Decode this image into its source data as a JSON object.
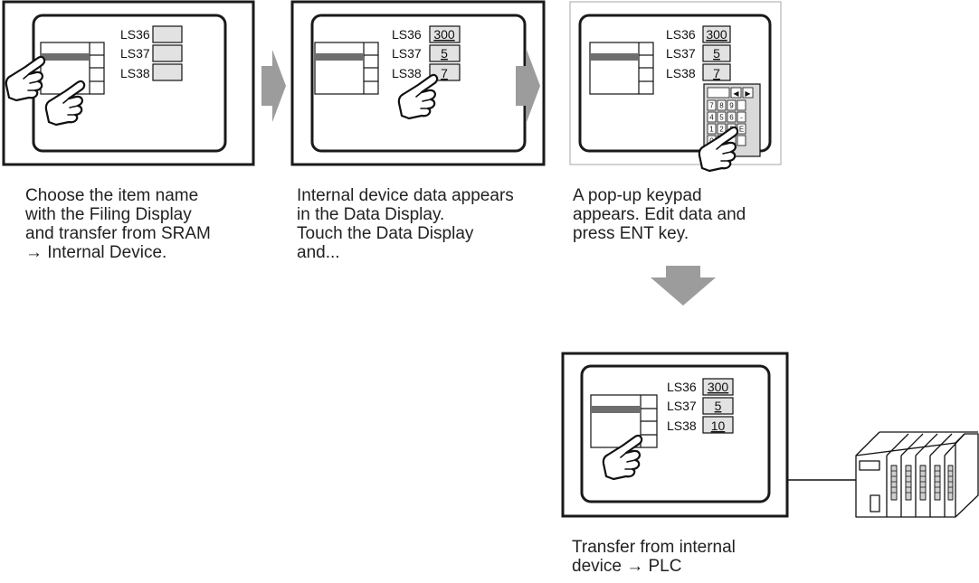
{
  "colors": {
    "bezel": "#1a1a1a",
    "field_fill": "#e2e2e2",
    "highlight_bar": "#6e6e6e",
    "arrow": "#9c9c9c",
    "text": "#222222"
  },
  "screens": [
    {
      "labels": [
        "LS36",
        "LS37",
        "LS38"
      ],
      "values": [
        "",
        "",
        ""
      ]
    },
    {
      "labels": [
        "LS36",
        "LS37",
        "LS38"
      ],
      "values": [
        "300",
        "5",
        "7"
      ]
    },
    {
      "labels": [
        "LS36",
        "LS37",
        "LS38"
      ],
      "values": [
        "300",
        "5",
        "7"
      ]
    },
    {
      "labels": [
        "LS36",
        "LS37",
        "LS38"
      ],
      "values": [
        "300",
        "5",
        "10"
      ]
    }
  ],
  "keypad": {
    "nav_keys": [
      "◀",
      "▶"
    ],
    "rows": [
      [
        "7",
        "8",
        "9"
      ],
      [
        "4",
        "5",
        "6"
      ],
      [
        "1",
        "2",
        "3"
      ],
      [
        "0",
        ".",
        ""
      ]
    ],
    "side_keys": [
      "",
      "-",
      "E",
      ""
    ]
  },
  "captions": [
    {
      "lines": [
        "Choose the item name",
        "with the Filing Display",
        "and transfer from SRAM",
        "→ Internal Device."
      ]
    },
    {
      "lines": [
        "Internal device data appears",
        "in the Data Display.",
        "Touch the Data Display",
        "and..."
      ]
    },
    {
      "lines": [
        "A pop-up keypad",
        "appears. Edit data and",
        "press ENT key."
      ]
    },
    {
      "lines": [
        "Transfer from internal",
        "device → PLC"
      ]
    }
  ],
  "icons": {
    "hand": "pointing-hand-icon",
    "arrow": "process-arrow-icon",
    "plc": "plc-unit-icon"
  }
}
